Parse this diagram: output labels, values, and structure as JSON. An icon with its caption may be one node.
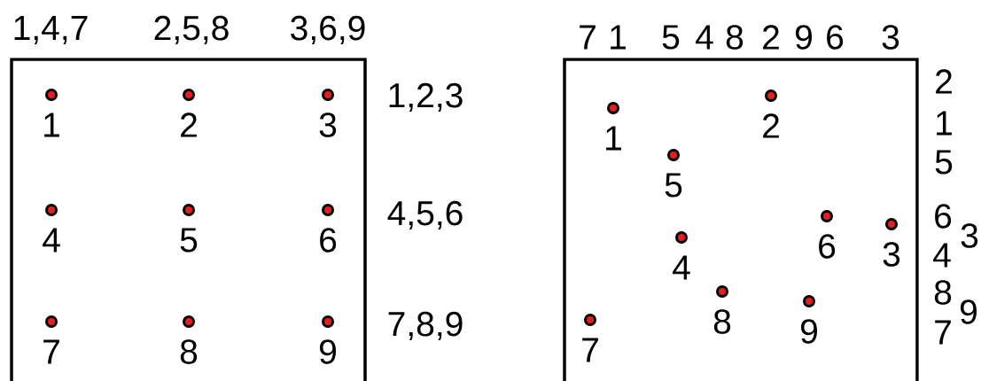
{
  "diagram": {
    "nodes": [
      {
        "text": [
          "1"
        ]
      },
      {
        "text": [
          "2"
        ]
      },
      {
        "text": [
          "3"
        ]
      },
      {
        "text": [
          "4"
        ]
      },
      {
        "text": [
          "5"
        ]
      },
      {
        "text": [
          "6"
        ]
      },
      {
        "text": [
          "7"
        ]
      },
      {
        "text": [
          "8"
        ]
      },
      {
        "text": [
          "9"
        ]
      },
      {
        "text": [
          "2"
        ]
      },
      {
        "text": [
          "1"
        ]
      },
      {
        "text": [
          "5"
        ]
      },
      {
        "text": [
          "6"
        ]
      },
      {
        "text": [
          "3"
        ]
      },
      {
        "text": [
          "4"
        ]
      },
      {
        "text": [
          "8"
        ]
      },
      {
        "text": [
          "9"
        ]
      },
      {
        "text": [
          "7"
        ]
      }
    ],
    "labels": [
      "1,4,7",
      "2,5,8",
      "3,6,9",
      "7",
      "1",
      "5",
      "4",
      "8",
      "2",
      "9",
      "6",
      "3",
      "1,2,3",
      "4,5,6",
      "7,8,9",
      "2",
      "1",
      "5",
      "6",
      "3",
      "4",
      "8",
      "9",
      "7"
    ]
  }
}
